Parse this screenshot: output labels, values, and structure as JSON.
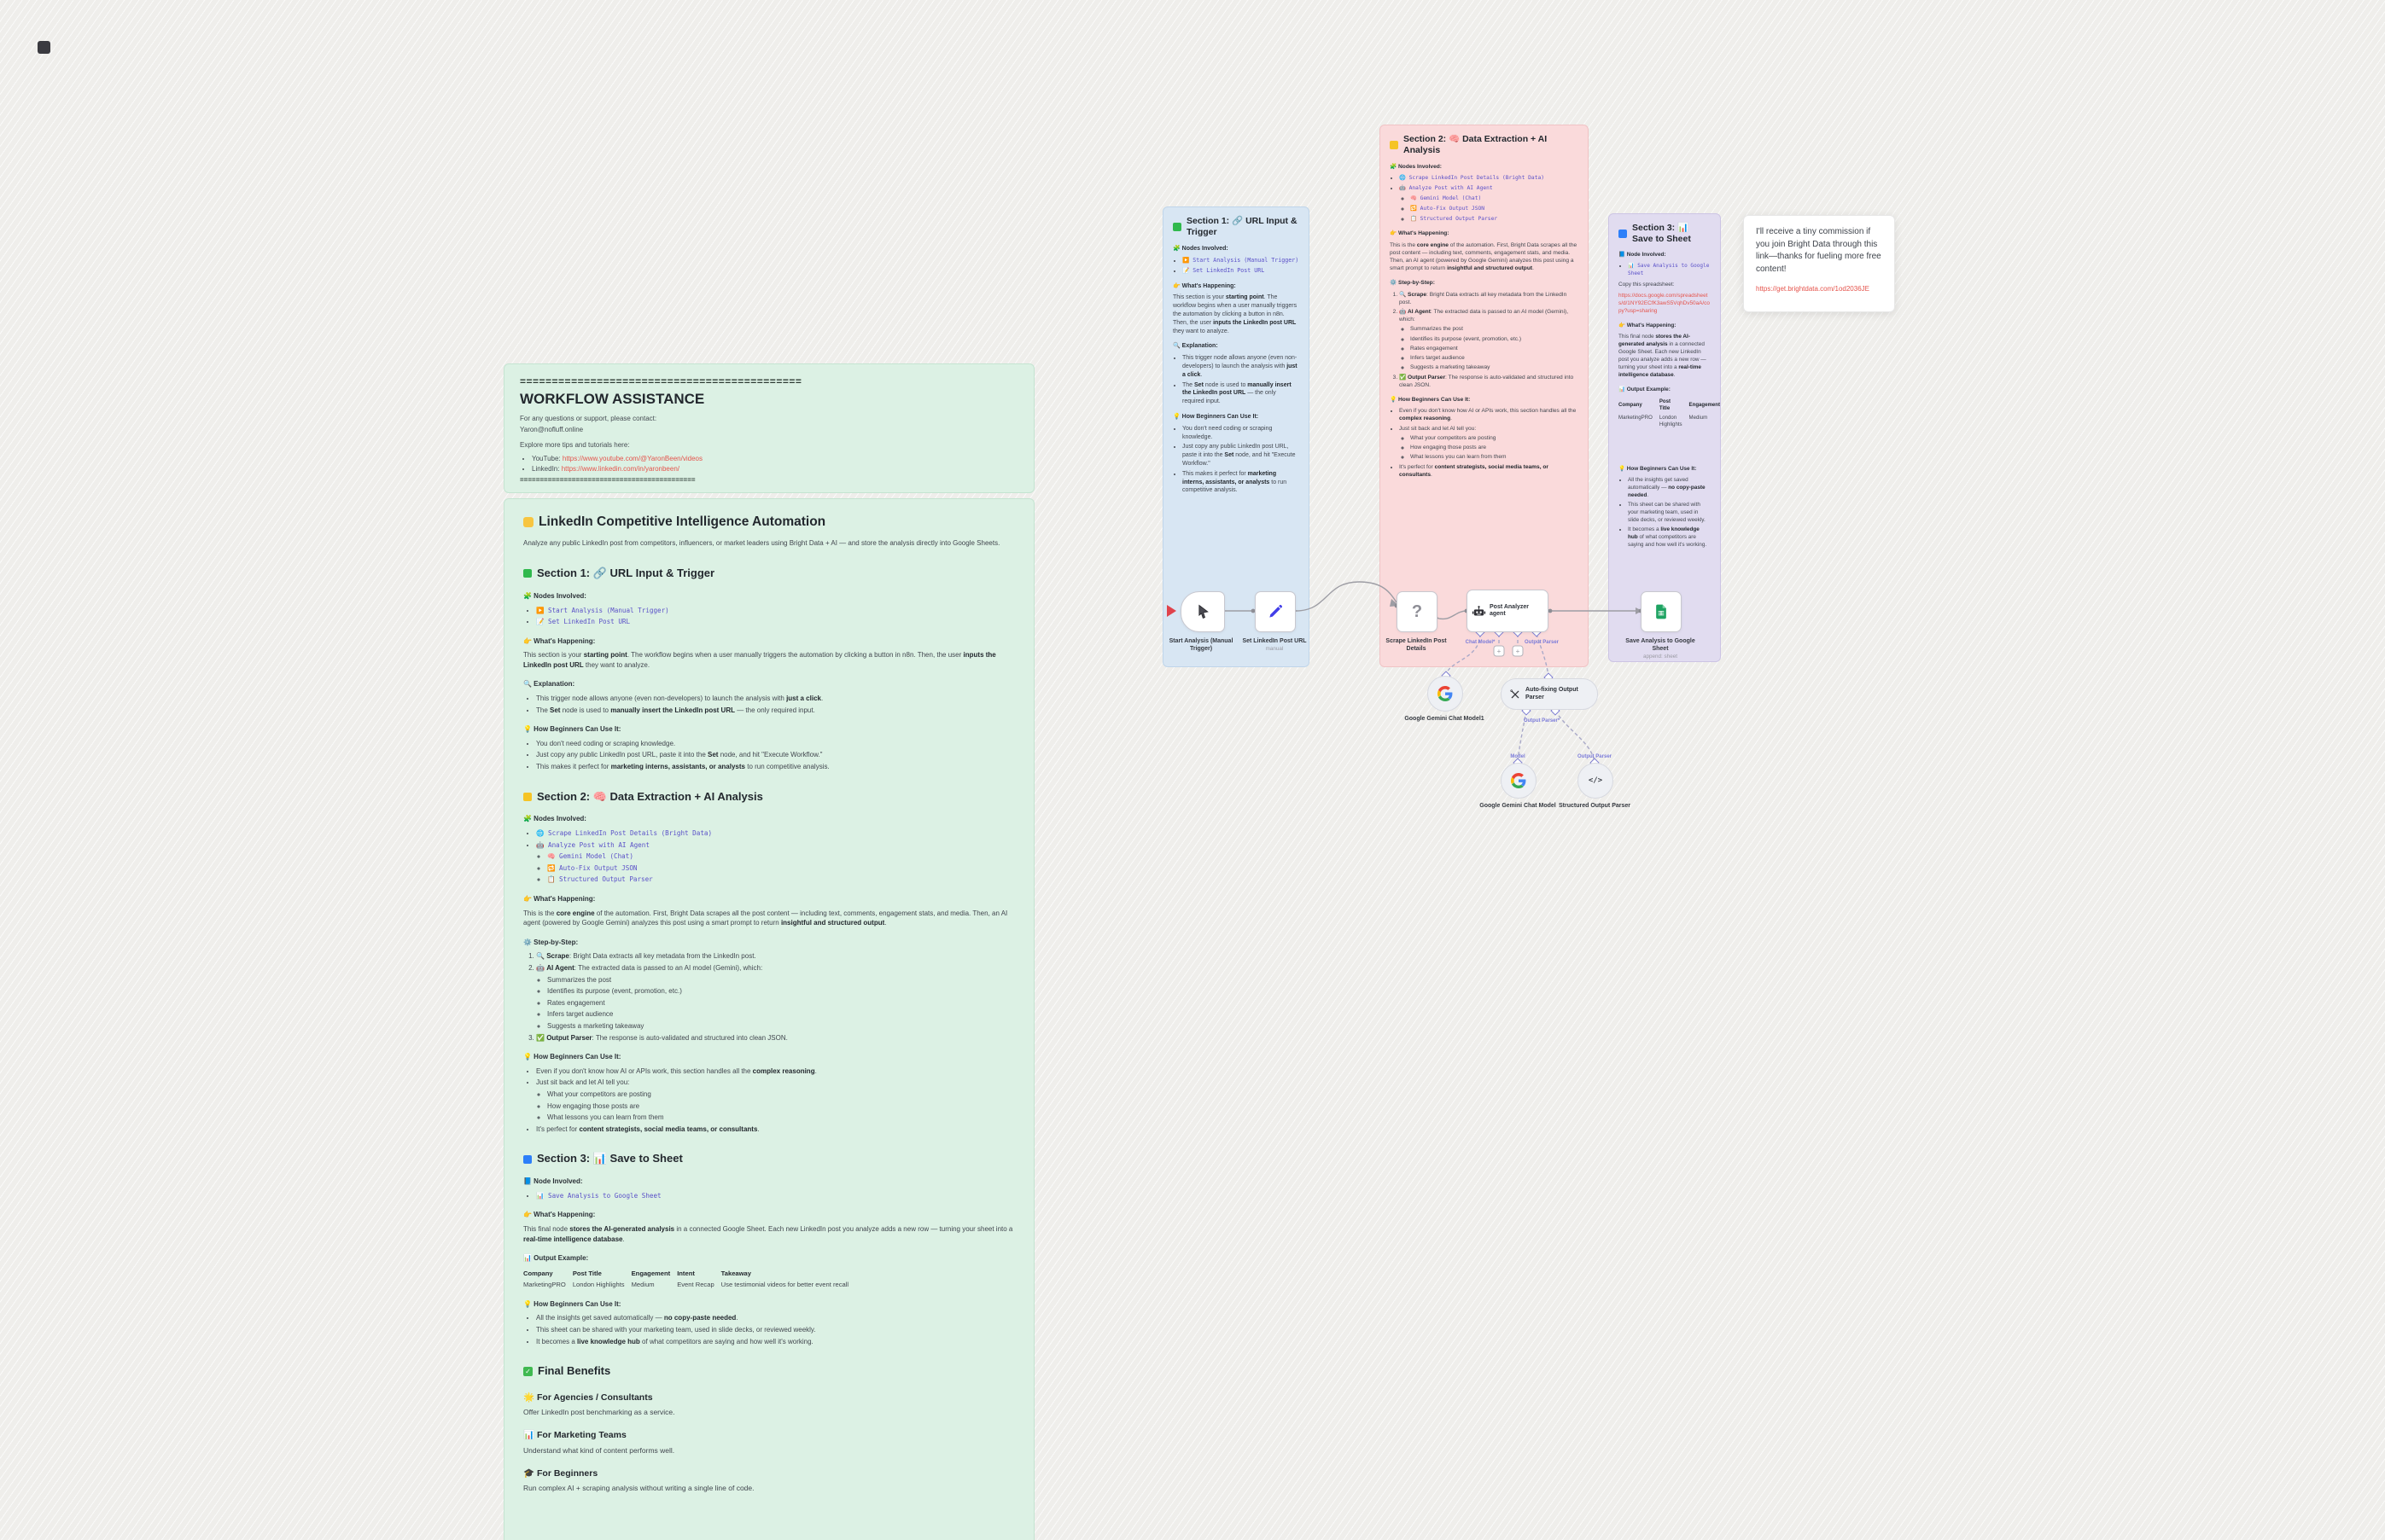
{
  "header_note": {
    "divider_top": "============================================",
    "title": "WORKFLOW ASSISTANCE",
    "contact_line1": "For any questions or support, please contact:",
    "contact_line2": "Yaron@nofluff.online",
    "explore": "Explore more tips and tutorials here:",
    "links": [
      {
        "label": "YouTube:",
        "url": "https://www.youtube.com/@YaronBeen/videos"
      },
      {
        "label": "LinkedIn:",
        "url": "https://www.linkedin.com/in/yaronbeen/"
      }
    ],
    "divider_bottom": "============================================"
  },
  "doc": {
    "title": "LinkedIn Competitive Intelligence Automation",
    "title_icon": "lamp-icon",
    "intro": "Analyze any public LinkedIn post from competitors, influencers, or market leaders using Bright Data + AI — and store the analysis directly into Google Sheets.",
    "sections": [
      {
        "heading": "Section 1: 🔗 URL Input & Trigger",
        "color": "#30b94d",
        "blocks": [
          {
            "t": "h4",
            "text": "🧩 Nodes Involved:"
          },
          {
            "t": "codelist",
            "items": [
              {
                "text": "▶️ Start Analysis (Manual Trigger)"
              },
              {
                "text": "📝 Set LinkedIn Post URL"
              }
            ]
          },
          {
            "t": "h4",
            "text": "👉 What's Happening:"
          },
          {
            "t": "p",
            "text": "This section is your **starting point**. The workflow begins when a user manually triggers the automation by clicking a button in n8n. Then, the user **inputs the LinkedIn post URL** they want to analyze."
          },
          {
            "t": "h4",
            "text": "🔍 Explanation:"
          },
          {
            "t": "ul",
            "items": [
              {
                "text": "This trigger node allows anyone (even non-developers) to launch the analysis with **just a click**."
              },
              {
                "text": "The **Set** node is used to **manually insert the LinkedIn post URL** — the only required input."
              }
            ]
          },
          {
            "t": "h4",
            "text": "💡 How Beginners Can Use It:"
          },
          {
            "t": "ul",
            "items": [
              {
                "text": "You don't need coding or scraping knowledge."
              },
              {
                "text": "Just copy any public LinkedIn post URL, paste it into the **Set** node, and hit \"Execute Workflow.\""
              },
              {
                "text": "This makes it perfect for **marketing interns, assistants, or analysts** to run competitive analysis."
              }
            ]
          }
        ]
      },
      {
        "heading": "Section 2: 🧠 Data Extraction + AI Analysis",
        "color": "#f5c425",
        "blocks": [
          {
            "t": "h4",
            "text": "🧩 Nodes Involved:"
          },
          {
            "t": "codelist",
            "items": [
              {
                "text": "🌐 Scrape LinkedIn Post Details (Bright Data)"
              },
              {
                "text": "🤖 Analyze Post with AI Agent",
                "sub": [
                  "🧠 Gemini Model (Chat)",
                  "🔁 Auto-Fix Output JSON",
                  "📋 Structured Output Parser"
                ]
              }
            ]
          },
          {
            "t": "h4",
            "text": "👉 What's Happening:"
          },
          {
            "t": "p",
            "text": "This is the **core engine** of the automation. First, Bright Data scrapes all the post content — including text, comments, engagement stats, and media. Then, an AI agent (powered by Google Gemini) analyzes this post using a smart prompt to return **insightful and structured output**."
          },
          {
            "t": "h4",
            "text": "⚙️ Step-by-Step:"
          },
          {
            "t": "ol",
            "items": [
              {
                "text": "🔍 **Scrape**: Bright Data extracts all key metadata from the LinkedIn post."
              },
              {
                "text": "🤖 **AI Agent**: The extracted data is passed to an AI model (Gemini), which:",
                "sub": [
                  "Summarizes the post",
                  "Identifies its purpose (event, promotion, etc.)",
                  "Rates engagement",
                  "Infers target audience",
                  "Suggests a marketing takeaway"
                ]
              },
              {
                "text": "✅ **Output Parser**: The response is auto-validated and structured into clean JSON."
              }
            ]
          },
          {
            "t": "h4",
            "text": "💡 How Beginners Can Use It:"
          },
          {
            "t": "ul",
            "items": [
              {
                "text": "Even if you don't know how AI or APIs work, this section handles all the **complex reasoning**."
              },
              {
                "text": "Just sit back and let AI tell you:",
                "sub": [
                  "What your competitors are posting",
                  "How engaging those posts are",
                  "What lessons you can learn from them"
                ]
              },
              {
                "text": "It's perfect for **content strategists, social media teams, or consultants**."
              }
            ]
          }
        ]
      },
      {
        "heading": "Section 3: 📊 Save to Sheet",
        "color": "#2d7ff9",
        "blocks": [
          {
            "t": "h4",
            "text": "📘 Node Involved:"
          },
          {
            "t": "codelist",
            "items": [
              {
                "text": "📊 Save Analysis to Google Sheet"
              }
            ]
          },
          {
            "t": "h4",
            "text": "👉 What's Happening:"
          },
          {
            "t": "p",
            "text": "This final node **stores the AI-generated analysis** in a connected Google Sheet. Each new LinkedIn post you analyze adds a new row — turning your sheet into a **real-time intelligence database**."
          },
          {
            "t": "h4",
            "text": "📊 Output Example:"
          },
          {
            "t": "table",
            "headers": [
              "Company",
              "Post Title",
              "Engagement",
              "Intent",
              "Takeaway"
            ],
            "rows": [
              [
                "MarketingPRO",
                "London Highlights",
                "Medium",
                "Event Recap",
                "Use testimonial videos for better event recall"
              ]
            ]
          },
          {
            "t": "h4",
            "text": "💡 How Beginners Can Use It:"
          },
          {
            "t": "ul",
            "items": [
              {
                "text": "All the insights get saved automatically — **no copy-paste needed**."
              },
              {
                "text": "This sheet can be shared with your marketing team, used in slide decks, or reviewed weekly."
              },
              {
                "text": "It becomes a **live knowledge hub** of what competitors are saying and how well it's working."
              }
            ]
          }
        ]
      }
    ],
    "final": {
      "title": "Final Benefits",
      "groups": [
        {
          "h": "🌟 For Agencies / Consultants",
          "p": "Offer LinkedIn post benchmarking as a service."
        },
        {
          "h": "📊 For Marketing Teams",
          "p": "Understand what kind of content performs well."
        },
        {
          "h": "🎓 For Beginners",
          "p": "Run complex AI + scraping analysis without writing a single line of code."
        }
      ]
    }
  },
  "notes": {
    "purple_extra": {
      "label": "Copy this spreadsheet:",
      "url": "https://docs.google.com/spreadsheets/d/1NY92ECfK3awS5VqhDv50aA/copy?usp=sharing"
    },
    "white": {
      "text": "I'll receive a tiny commission if you join Bright Data through this link—thanks for fueling more free content!",
      "url": "https://get.brightdata.com/1od2036JE"
    }
  },
  "workflow": {
    "nodes": [
      {
        "label": "Start Analysis (Manual Trigger)",
        "caption": "",
        "icon": "cursor-icon"
      },
      {
        "label": "Set LinkedIn Post URL",
        "caption": "manual",
        "icon": "pen-icon"
      },
      {
        "label": "Scrape LinkedIn Post Details",
        "caption": "",
        "icon": "question-icon"
      },
      {
        "label": "Post Analyzer agent",
        "caption": "",
        "icon": "robot-icon"
      },
      {
        "label": "Save Analysis to Google Sheet",
        "caption": "append: sheet",
        "icon": "google-sheets-icon"
      },
      {
        "label": "Google Gemini Chat Model1",
        "caption": "",
        "icon": "google-icon"
      },
      {
        "label": "Auto-fixing Output Parser",
        "caption": "",
        "icon": "tools-icon"
      },
      {
        "label": "Google Gemini Chat Model",
        "caption": "",
        "icon": "google-icon"
      },
      {
        "label": "Structured Output Parser",
        "caption": "",
        "icon": "code-icon"
      }
    ],
    "port_labels": {
      "chat_model": "Chat Model*",
      "output_parser": "Output Parser",
      "fixer_output": "Output Parser*",
      "model": "Model",
      "parser_input": "Output Parser"
    }
  }
}
